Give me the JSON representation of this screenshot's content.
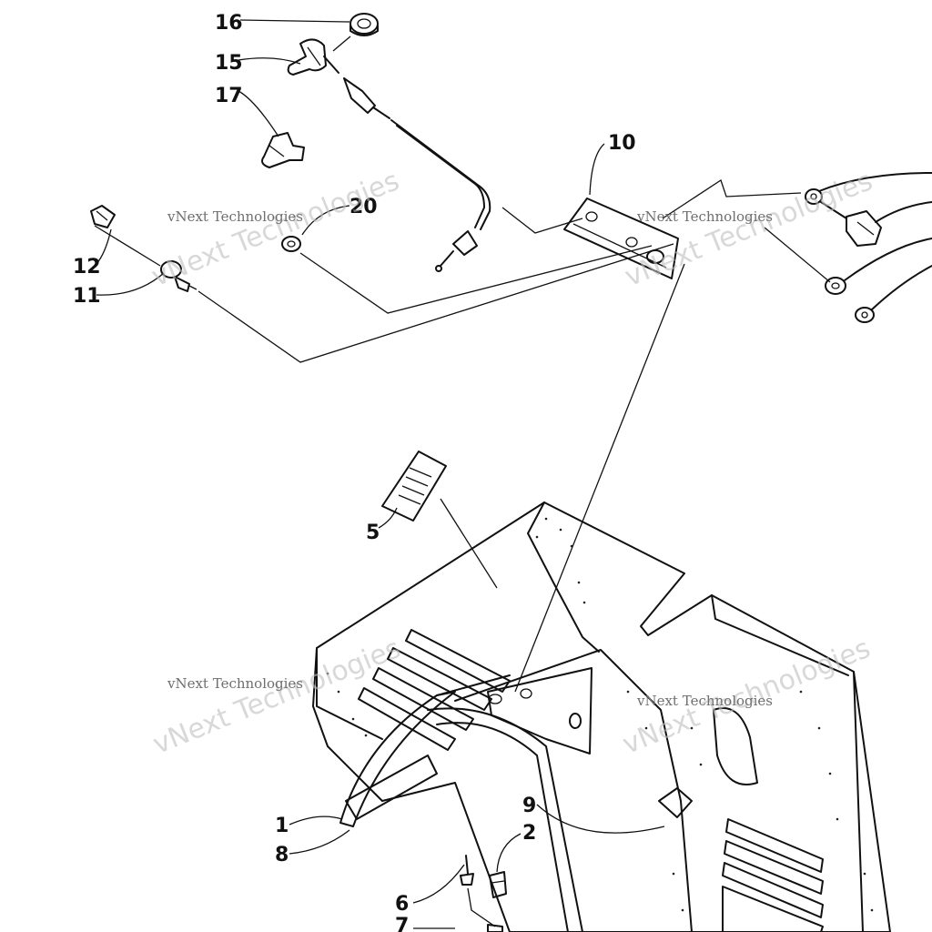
{
  "callouts": [
    {
      "label": "16"
    },
    {
      "label": "15"
    },
    {
      "label": "17"
    },
    {
      "label": "10"
    },
    {
      "label": "20"
    },
    {
      "label": "12"
    },
    {
      "label": "11"
    },
    {
      "label": "5"
    },
    {
      "label": "1"
    },
    {
      "label": "8"
    },
    {
      "label": "9"
    },
    {
      "label": "2"
    },
    {
      "label": "6"
    },
    {
      "label": "7"
    }
  ],
  "watermarks": [
    {
      "small": "vNext Technologies",
      "big": "vNext Technologies"
    },
    {
      "small": "vNext Technologies",
      "big": "vNext Technologies"
    },
    {
      "small": "vNext Technologies",
      "big": "vNext Technologies"
    },
    {
      "small": "vNext Technologies",
      "big": "vNext Technologies"
    }
  ]
}
